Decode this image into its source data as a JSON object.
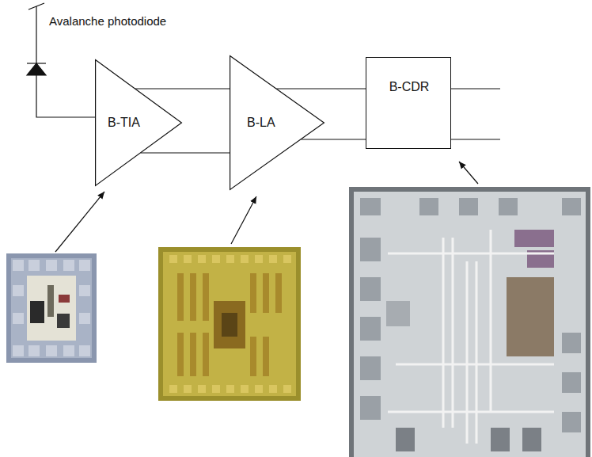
{
  "diagram": {
    "nodes": [
      {
        "text": [
          "B-TIA"
        ]
      },
      {
        "text": [
          "B-LA"
        ]
      },
      {
        "text": [
          "B-CDR"
        ]
      }
    ],
    "edges": [
      {
        "from": 0,
        "to": 1,
        "arrow": "none"
      },
      {
        "from": 0,
        "to": 1,
        "arrow": "none"
      },
      {
        "from": 1,
        "to": 2,
        "arrow": "none"
      },
      {
        "from": 1,
        "to": 2,
        "arrow": "none"
      }
    ],
    "labels": [
      "Avalanche photodiode"
    ]
  }
}
